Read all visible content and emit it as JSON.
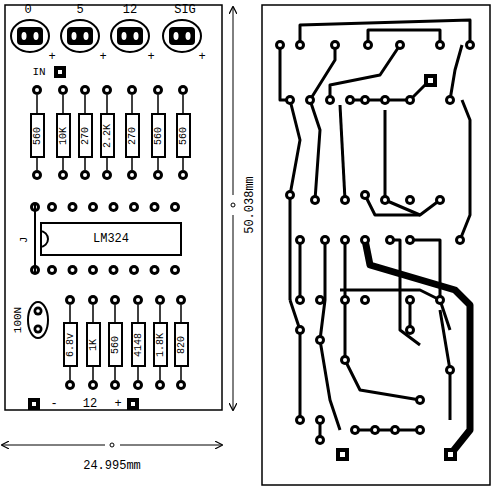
{
  "diagram": {
    "nodes": [
      {
        "text": [
          "560"
        ]
      },
      {
        "text": [
          "10K"
        ]
      },
      {
        "text": [
          "270"
        ]
      },
      {
        "text": [
          "2.2K"
        ]
      },
      {
        "text": [
          "270"
        ]
      },
      {
        "text": [
          "560"
        ]
      },
      {
        "text": [
          "560"
        ]
      },
      {
        "text": [
          "LM324"
        ]
      },
      {
        "text": [
          "6.8v"
        ]
      },
      {
        "text": [
          "1K"
        ]
      },
      {
        "text": [
          "560"
        ]
      },
      {
        "text": [
          "4148"
        ]
      },
      {
        "text": [
          "1.8K"
        ]
      },
      {
        "text": [
          "820"
        ]
      }
    ],
    "labels": [
      "0",
      "5",
      "12",
      "SIG",
      "+",
      "+",
      "+",
      "+",
      "IN",
      "J",
      "100N",
      "-",
      "12",
      "+",
      "50.038mm",
      "24.995mm"
    ]
  }
}
